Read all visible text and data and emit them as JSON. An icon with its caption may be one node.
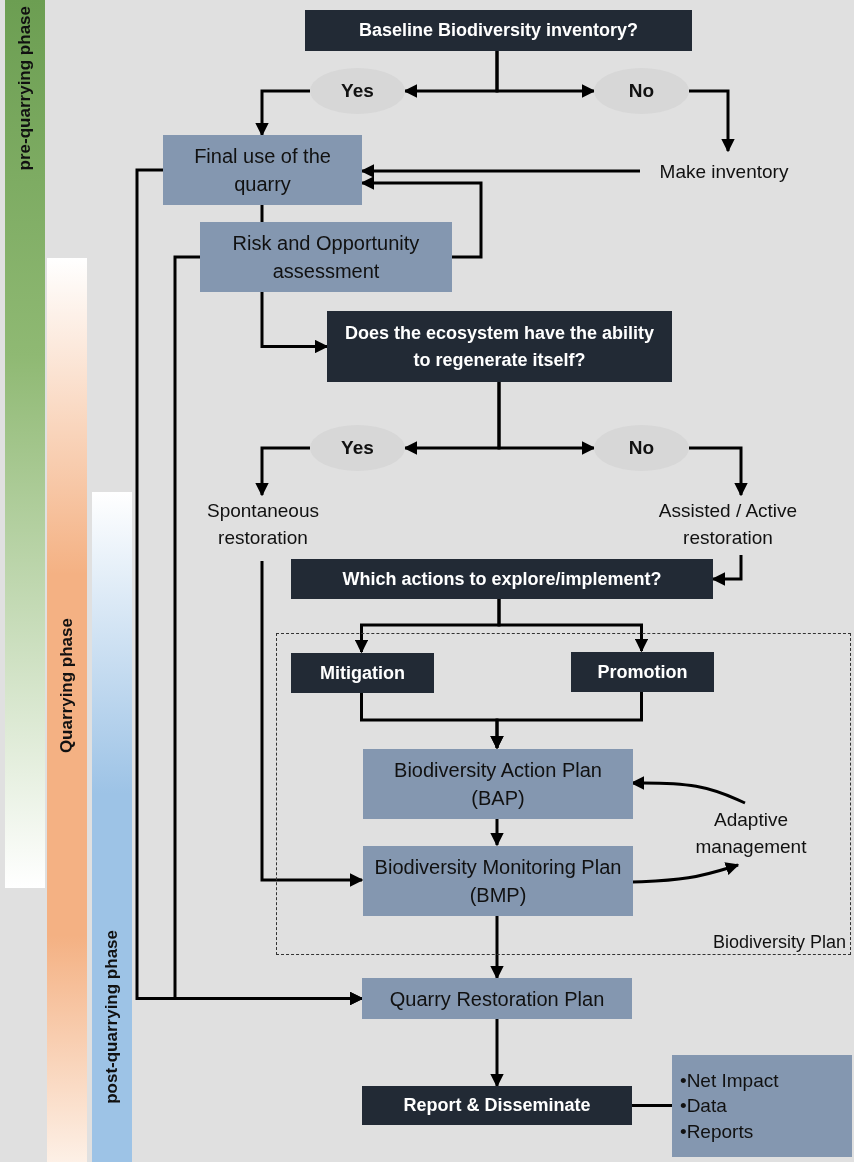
{
  "diagram": {
    "nodes": [
      {
        "text": [
          "Baseline Biodiversity inventory?"
        ]
      },
      {
        "text": [
          "Yes"
        ]
      },
      {
        "text": [
          "No"
        ]
      },
      {
        "text": [
          "Final use of the quarry"
        ]
      },
      {
        "text": [
          "Make inventory"
        ]
      },
      {
        "text": [
          "Risk and Opportunity assessment"
        ]
      },
      {
        "text": [
          "Does the ecosystem have the ability to regenerate itself?"
        ]
      },
      {
        "text": [
          "Yes"
        ]
      },
      {
        "text": [
          "No"
        ]
      },
      {
        "text": [
          "Spontaneous restoration"
        ]
      },
      {
        "text": [
          "Assisted / Active restoration"
        ]
      },
      {
        "text": [
          "Which actions to explore/implement?"
        ]
      },
      {
        "text": [
          "Biodiversity Plan"
        ]
      },
      {
        "text": [
          "Mitigation"
        ],
        "in": 12
      },
      {
        "text": [
          "Promotion"
        ],
        "in": 12
      },
      {
        "text": [
          "Biodiversity Action Plan (BAP)"
        ],
        "in": 12
      },
      {
        "text": [
          "Biodiversity Monitoring Plan (BMP)"
        ],
        "in": 12
      },
      {
        "text": [
          "Adaptive management"
        ],
        "in": 12
      },
      {
        "text": [
          "Quarry Restoration Plan"
        ]
      },
      {
        "text": [
          "Report & Disseminate"
        ]
      },
      {
        "text": [
          "•Net Impact",
          "•Data",
          "•Reports"
        ]
      },
      {
        "text": [
          "pre-quarrying phase"
        ]
      },
      {
        "text": [
          "Quarrying phase"
        ]
      },
      {
        "text": [
          "post-quarrying phase"
        ]
      }
    ],
    "edges": [
      {
        "from": 0,
        "to": 1,
        "arrow": "to"
      },
      {
        "from": 0,
        "to": 2,
        "arrow": "to"
      },
      {
        "from": 1,
        "to": 3,
        "arrow": "to"
      },
      {
        "from": 2,
        "to": 4,
        "arrow": "to"
      },
      {
        "from": 4,
        "to": 3,
        "arrow": "to"
      },
      {
        "from": 5,
        "to": 3,
        "arrow": "to"
      },
      {
        "from": 3,
        "to": 5,
        "arrow": "none"
      },
      {
        "from": 5,
        "to": 6,
        "arrow": "to"
      },
      {
        "from": 3,
        "to": 18,
        "arrow": "to"
      },
      {
        "from": 5,
        "to": 18,
        "arrow": "to"
      },
      {
        "from": 6,
        "to": 7,
        "arrow": "to"
      },
      {
        "from": 6,
        "to": 8,
        "arrow": "to"
      },
      {
        "from": 7,
        "to": 9,
        "arrow": "to"
      },
      {
        "from": 8,
        "to": 10,
        "arrow": "to"
      },
      {
        "from": 10,
        "to": 11,
        "arrow": "to"
      },
      {
        "from": 9,
        "to": 16,
        "arrow": "to"
      },
      {
        "from": 11,
        "to": 13,
        "arrow": "to"
      },
      {
        "from": 11,
        "to": 14,
        "arrow": "to"
      },
      {
        "from": 13,
        "to": 15,
        "arrow": "to"
      },
      {
        "from": 14,
        "to": 15,
        "arrow": "to"
      },
      {
        "from": 15,
        "to": 16,
        "arrow": "to"
      },
      {
        "from": 16,
        "to": 17,
        "arrow": "to"
      },
      {
        "from": 17,
        "to": 15,
        "arrow": "to"
      },
      {
        "from": 16,
        "to": 18,
        "arrow": "to"
      },
      {
        "from": 18,
        "to": 19,
        "arrow": "to"
      },
      {
        "from": 19,
        "to": 20,
        "arrow": "none"
      }
    ]
  }
}
